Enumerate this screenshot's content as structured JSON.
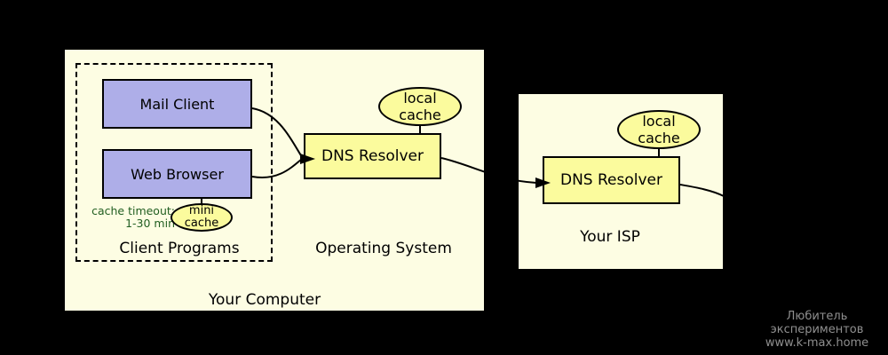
{
  "diagram": {
    "computer": {
      "title": "Your Computer",
      "client_programs": {
        "title": "Client Programs",
        "mail_client": "Mail Client",
        "web_browser": "Web Browser",
        "cache_note_line1": "cache timeout:",
        "cache_note_line2": "1-30 min",
        "mini_cache_line1": "mini",
        "mini_cache_line2": "cache"
      },
      "operating_system": {
        "title": "Operating System",
        "resolver_label": "DNS Resolver",
        "cache_line1": "local",
        "cache_line2": "cache"
      }
    },
    "isp": {
      "title": "Your ISP",
      "resolver_label": "DNS Resolver",
      "cache_line1": "local",
      "cache_line2": "cache"
    },
    "colors": {
      "background": "#000000",
      "panel_fill": "#FDFDE3",
      "client_box_fill": "#AEAEE8",
      "resolver_fill": "#FBFB9D",
      "note_text": "#215E21",
      "line": "#000000",
      "watermark_text": "#8F8F8F"
    }
  },
  "watermark": {
    "line1": "Любитель",
    "line2": "экспериментов",
    "line3": "www.k-max.home"
  }
}
